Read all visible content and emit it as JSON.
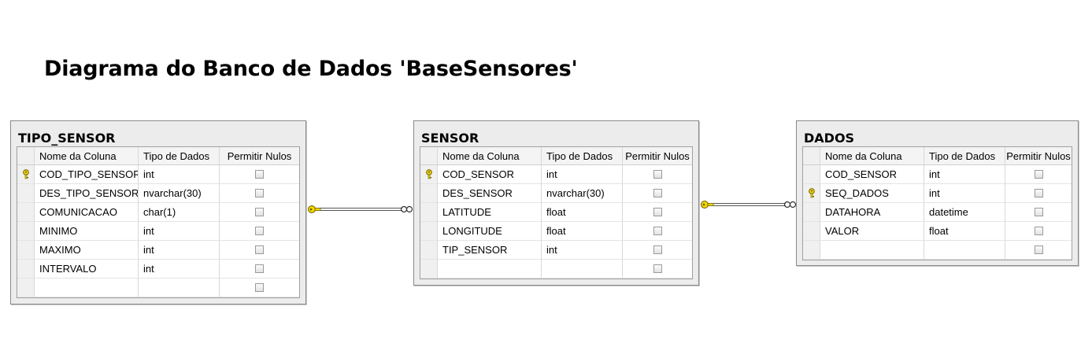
{
  "diagram": {
    "title": "Diagrama do Banco de Dados 'BaseSensores'"
  },
  "columns_header": {
    "name": "Nome da Coluna",
    "type": "Tipo de Dados",
    "nulls": "Permitir Nulos"
  },
  "tables": [
    {
      "name": "TIPO_SENSOR",
      "rows": [
        {
          "key": true,
          "name": "COD_TIPO_SENSOR",
          "type": "int"
        },
        {
          "key": false,
          "name": "DES_TIPO_SENSOR",
          "type": "nvarchar(30)"
        },
        {
          "key": false,
          "name": "COMUNICACAO",
          "type": "char(1)"
        },
        {
          "key": false,
          "name": "MINIMO",
          "type": "int"
        },
        {
          "key": false,
          "name": "MAXIMO",
          "type": "int"
        },
        {
          "key": false,
          "name": "INTERVALO",
          "type": "int"
        },
        {
          "key": false,
          "name": "",
          "type": ""
        }
      ]
    },
    {
      "name": "SENSOR",
      "rows": [
        {
          "key": true,
          "name": "COD_SENSOR",
          "type": "int"
        },
        {
          "key": false,
          "name": "DES_SENSOR",
          "type": "nvarchar(30)"
        },
        {
          "key": false,
          "name": "LATITUDE",
          "type": "float"
        },
        {
          "key": false,
          "name": "LONGITUDE",
          "type": "float"
        },
        {
          "key": false,
          "name": "TIP_SENSOR",
          "type": "int"
        },
        {
          "key": false,
          "name": "",
          "type": ""
        }
      ]
    },
    {
      "name": "DADOS",
      "rows": [
        {
          "key": false,
          "name": "COD_SENSOR",
          "type": "int"
        },
        {
          "key": true,
          "name": "SEQ_DADOS",
          "type": "int"
        },
        {
          "key": false,
          "name": "DATAHORA",
          "type": "datetime"
        },
        {
          "key": false,
          "name": "VALOR",
          "type": "float"
        },
        {
          "key": false,
          "name": "",
          "type": ""
        }
      ]
    }
  ],
  "relationships": [
    {
      "from": "TIPO_SENSOR",
      "to": "SENSOR",
      "one_end": "key-icon",
      "many_end": "infinity-icon"
    },
    {
      "from": "SENSOR",
      "to": "DADOS",
      "one_end": "key-icon",
      "many_end": "infinity-icon"
    }
  ]
}
